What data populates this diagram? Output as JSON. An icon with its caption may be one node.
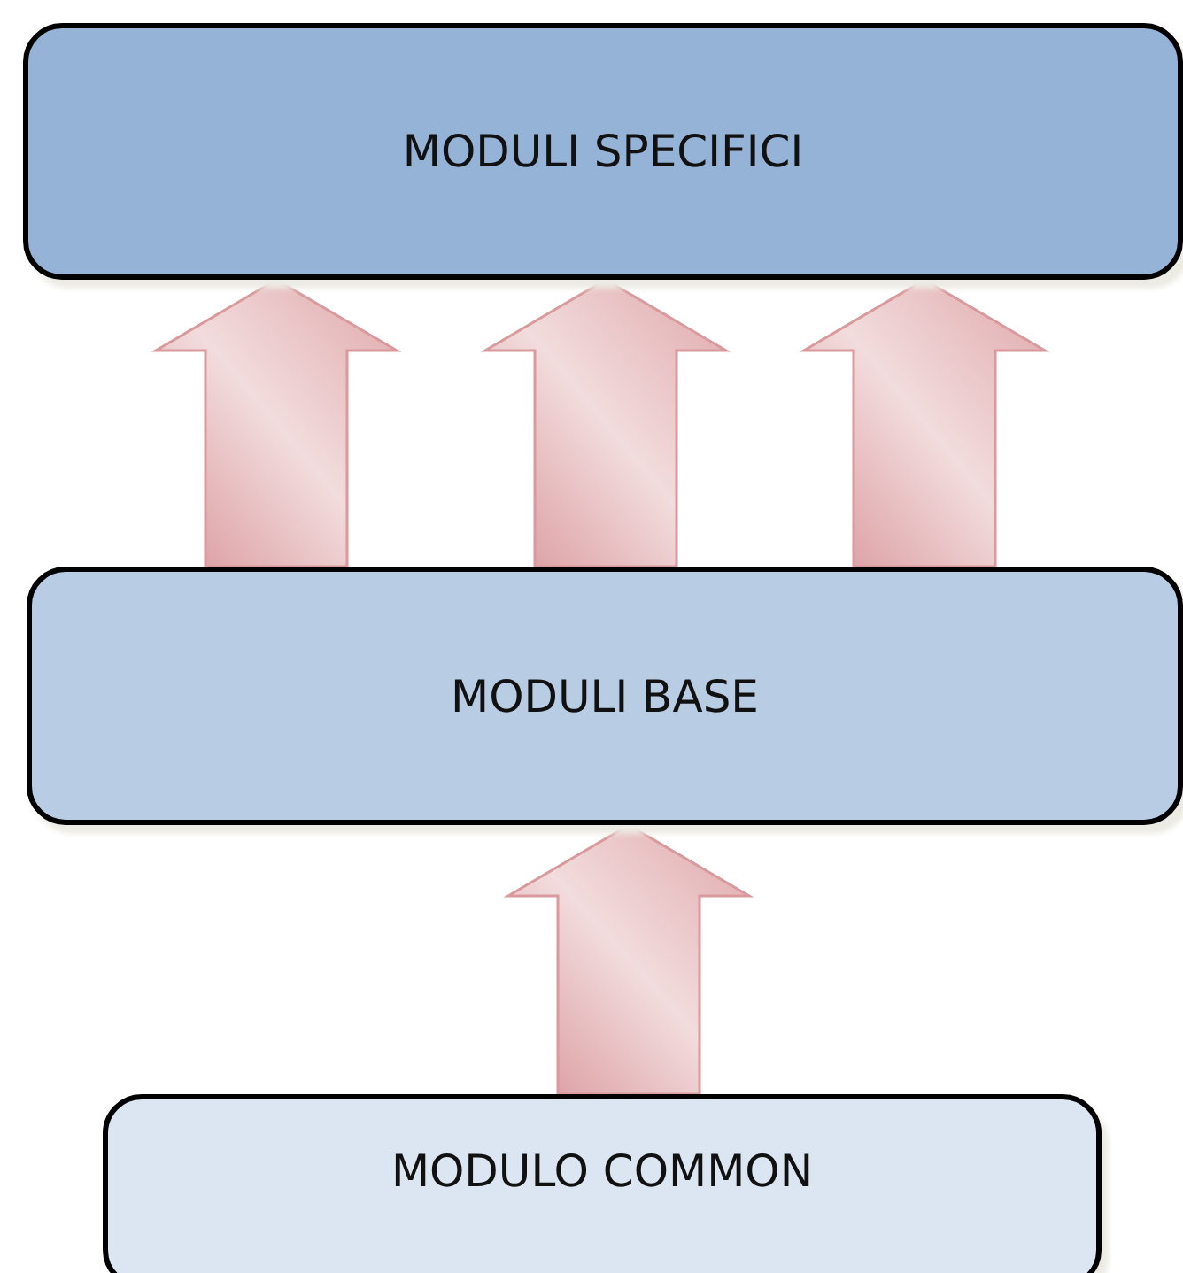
{
  "diagram": {
    "nodes": [
      {
        "text": [
          "MODULI SPECIFICI"
        ]
      },
      {
        "text": [
          "MODULI BASE"
        ]
      },
      {
        "text": [
          "MODULO COMMON"
        ]
      }
    ],
    "edges": [
      {
        "from": 1,
        "to": 0,
        "arrow": "to",
        "style": "thick"
      },
      {
        "from": 1,
        "to": 0,
        "arrow": "to",
        "style": "thick"
      },
      {
        "from": 1,
        "to": 0,
        "arrow": "to",
        "style": "thick"
      },
      {
        "from": 2,
        "to": 1,
        "arrow": "to",
        "style": "thick"
      }
    ]
  }
}
